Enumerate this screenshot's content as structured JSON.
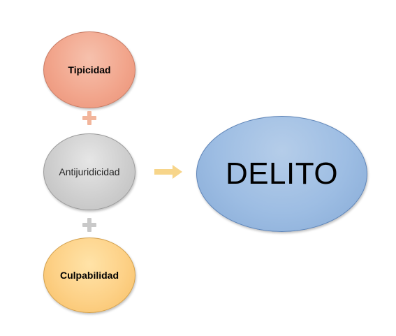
{
  "diagram": {
    "nodes": [
      {
        "id": "tipicidad",
        "label": "Tipicidad"
      },
      {
        "id": "antijuridicidad",
        "label": "Antijuridicidad"
      },
      {
        "id": "culpabilidad",
        "label": "Culpabilidad"
      },
      {
        "id": "delito",
        "label": "DELITO"
      }
    ],
    "connectors": [
      {
        "type": "plus",
        "between": [
          "tipicidad",
          "antijuridicidad"
        ],
        "color": "#f2b59b"
      },
      {
        "type": "plus",
        "between": [
          "antijuridicidad",
          "culpabilidad"
        ],
        "color": "#c9c9c9"
      },
      {
        "type": "arrow",
        "from": "antijuridicidad",
        "to": "delito",
        "color": "#f7d58a"
      }
    ],
    "colors": {
      "tipicidad": "#f2a68d",
      "antijuridicidad": "#cfcfcf",
      "culpabilidad": "#fdd187",
      "delito": "#9dbde3"
    }
  }
}
